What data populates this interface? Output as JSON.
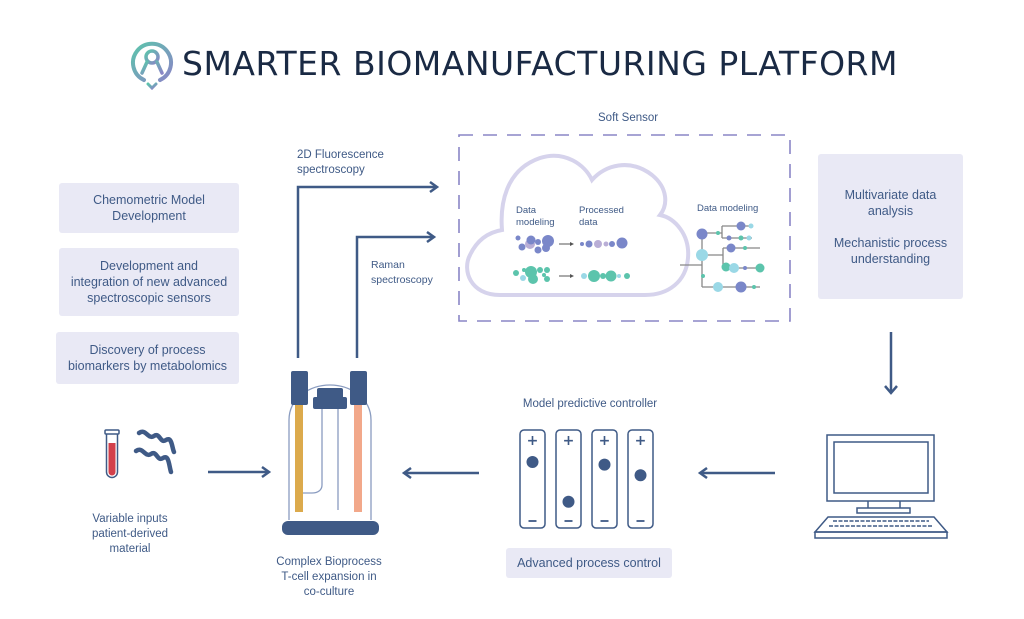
{
  "header": {
    "logo_icon": "location-ribbon-logo",
    "title": "SMARTER  BIOMANUFACTURING PLATFORM"
  },
  "left_boxes": [
    {
      "line1": "Chemometric Model",
      "line2": "Development"
    },
    {
      "line1": "Development and",
      "line2": "integration of new advanced",
      "line3": "spectroscopic sensors"
    },
    {
      "line1": "Discovery of process",
      "line2": "biomarkers by metabolomics"
    }
  ],
  "sensors": {
    "fluorescence": {
      "line1": "2D Fluorescence",
      "line2": "spectroscopy"
    },
    "raman": {
      "line1": "Raman",
      "line2": "spectroscopy"
    }
  },
  "soft_sensor": {
    "title": "Soft Sensor",
    "cloud_col1": {
      "line1": "Data",
      "line2": "modeling"
    },
    "cloud_col2": {
      "line1": "Processed",
      "line2": "data"
    },
    "tree_label": "Data modeling"
  },
  "right_box": {
    "item1": {
      "line1": "Multivariate data",
      "line2": "analysis"
    },
    "item2": {
      "line1": "Mechanistic process",
      "line2": "understanding"
    }
  },
  "inputs": {
    "line1": "Variable inputs",
    "line2": "patient-derived",
    "line3": "material",
    "icons": [
      "test-tube-icon",
      "cell-strands-icon"
    ]
  },
  "bioreactor": {
    "line1": "Complex Bioprocess",
    "line2": "T-cell expansion in",
    "line3": "co-culture"
  },
  "controller": {
    "title": "Model predictive controller",
    "plus": "+",
    "minus": "−",
    "slider_levels": [
      0.85,
      0.1,
      0.8,
      0.6
    ],
    "box_label": "Advanced process control"
  },
  "colors": {
    "navy": "#3f5a86",
    "title": "#1a2a44",
    "box_bg": "#e9e9f5",
    "dashed": "#8a86c6",
    "cloud": "#d6d3ec",
    "purple_dot": "#7a87c9",
    "lilac_dot": "#b9aed6",
    "teal_dot": "#5cc4ac",
    "cyan_dot": "#9ad8e6",
    "probe_yellow": "#dcaa4c",
    "probe_salmon": "#f2a88a",
    "tube_red": "#d2404b"
  }
}
